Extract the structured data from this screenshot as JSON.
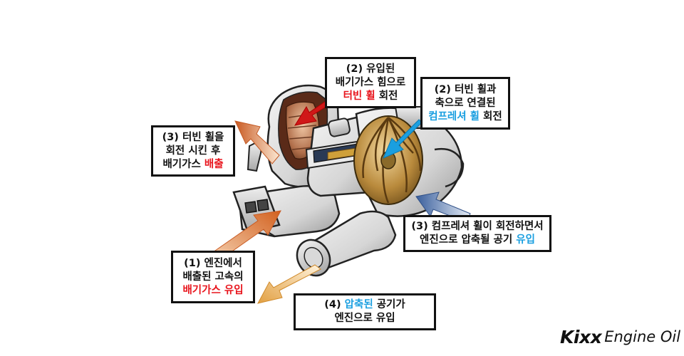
{
  "labels": {
    "box1": {
      "l1": "(1) 엔진에서",
      "l2": "배출된 고속의",
      "l3": "배기가스 유입"
    },
    "box2": {
      "l1": "(2) 유입된",
      "l2": "배기가스 힘으로",
      "l3a": "터빈 휠",
      "l3b": " 회전"
    },
    "box3": {
      "l1": "(3) 터빈 휠을",
      "l2": "회전 시킨 후",
      "l3a": "배기가스 ",
      "l3b": "배출"
    },
    "box4": {
      "l1": "(2) 터빈 휠과",
      "l2": "축으로 연결된",
      "l3a": "컴프레셔 휠",
      "l3b": " 회전"
    },
    "box5": {
      "l1": "(3) 컴프레셔 휠이 회전하면서",
      "l2a": "엔진으로 압축될 공기 ",
      "l2b": "유입"
    },
    "box6": {
      "l1a": "(4) ",
      "l1b": "압축된",
      "l1c": " 공기가",
      "l2": "엔진으로 유입"
    }
  },
  "brand": {
    "name": "Kixx",
    "tagline": "Engine Oil"
  },
  "colors": {
    "accent_red": "#e8141c",
    "accent_blue": "#1a9fe0",
    "exhaust_arrow": "#d2611f",
    "compressed_arrow": "#e6a64a",
    "intake_arrow": "#3a5f9c"
  }
}
